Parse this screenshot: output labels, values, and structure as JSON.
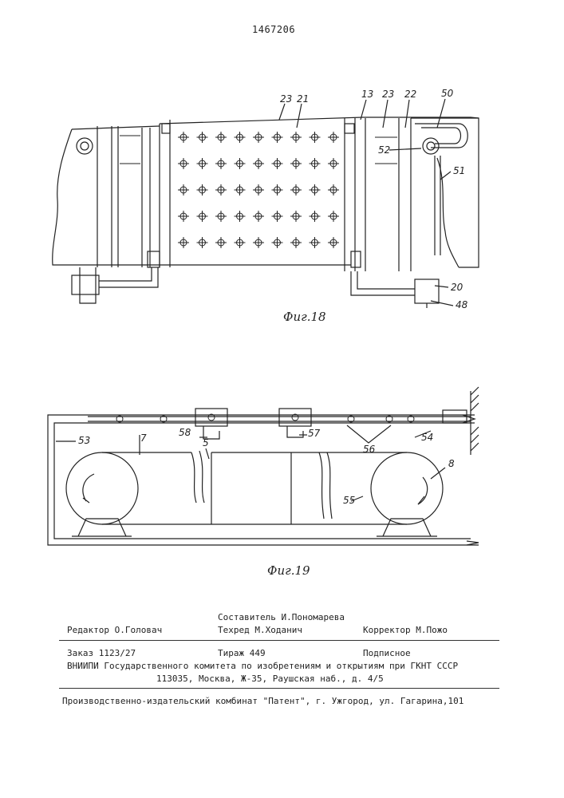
{
  "header": {
    "patent_number": "1467206"
  },
  "figure18": {
    "caption": "Фиг.18",
    "labels": {
      "l23a": "23",
      "l21": "21",
      "l13": "13",
      "l23b": "23",
      "l22": "22",
      "l50": "50",
      "l52": "52",
      "l51": "51",
      "l20": "20",
      "l48": "48"
    }
  },
  "figure19": {
    "caption": "Фиг.19",
    "labels": {
      "l53": "53",
      "l7": "7",
      "l58": "58",
      "l5": "5",
      "l57": "57",
      "l56": "56",
      "l54": "54",
      "l8": "8",
      "l55": "55"
    }
  },
  "footer": {
    "line1_left": "Редактор О.Головач",
    "line1_mid": "Составитель И.Пономарева",
    "line2_mid": "Техред М.Ходанич",
    "line2_right": "Корректор М.Пожо",
    "order": "Заказ 1123/27",
    "circulation": "Тираж 449",
    "subscription": "Подписное",
    "org": "ВНИИПИ Государственного комитета по изобретениям и открытиям при ГКНТ СССР",
    "address": "113035, Москва, Ж-35, Раушская наб., д. 4/5",
    "printer": "Производственно-издательский комбинат \"Патент\", г. Ужгород, ул. Гагарина,101"
  }
}
